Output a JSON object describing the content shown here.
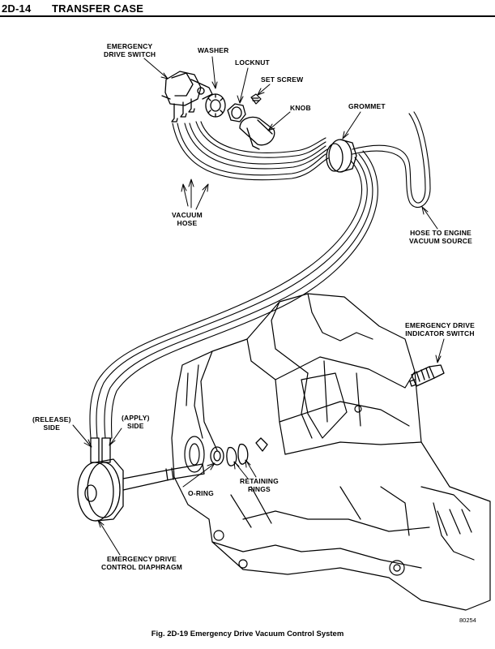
{
  "header": {
    "page_number": "2D-14",
    "section_title": "TRANSFER CASE"
  },
  "labels": {
    "emergency_drive_switch": "EMERGENCY\nDRIVE SWITCH",
    "washer": "WASHER",
    "locknut": "LOCKNUT",
    "set_screw": "SET SCREW",
    "knob": "KNOB",
    "grommet": "GROMMET",
    "vacuum_hose": "VACUUM\nHOSE",
    "hose_to_engine": "HOSE TO ENGINE\nVACUUM SOURCE",
    "indicator_switch": "EMERGENCY DRIVE\nINDICATOR SWITCH",
    "release_side": "(RELEASE)\nSIDE",
    "apply_side": "(APPLY)\nSIDE",
    "o_ring": "O-RING",
    "retaining_rings": "RETAINING\nRINGS",
    "control_diaphragm": "EMERGENCY DRIVE\nCONTROL DIAPHRAGM"
  },
  "figure_number": "80254",
  "caption": "Fig. 2D-19    Emergency Drive Vacuum Control System"
}
